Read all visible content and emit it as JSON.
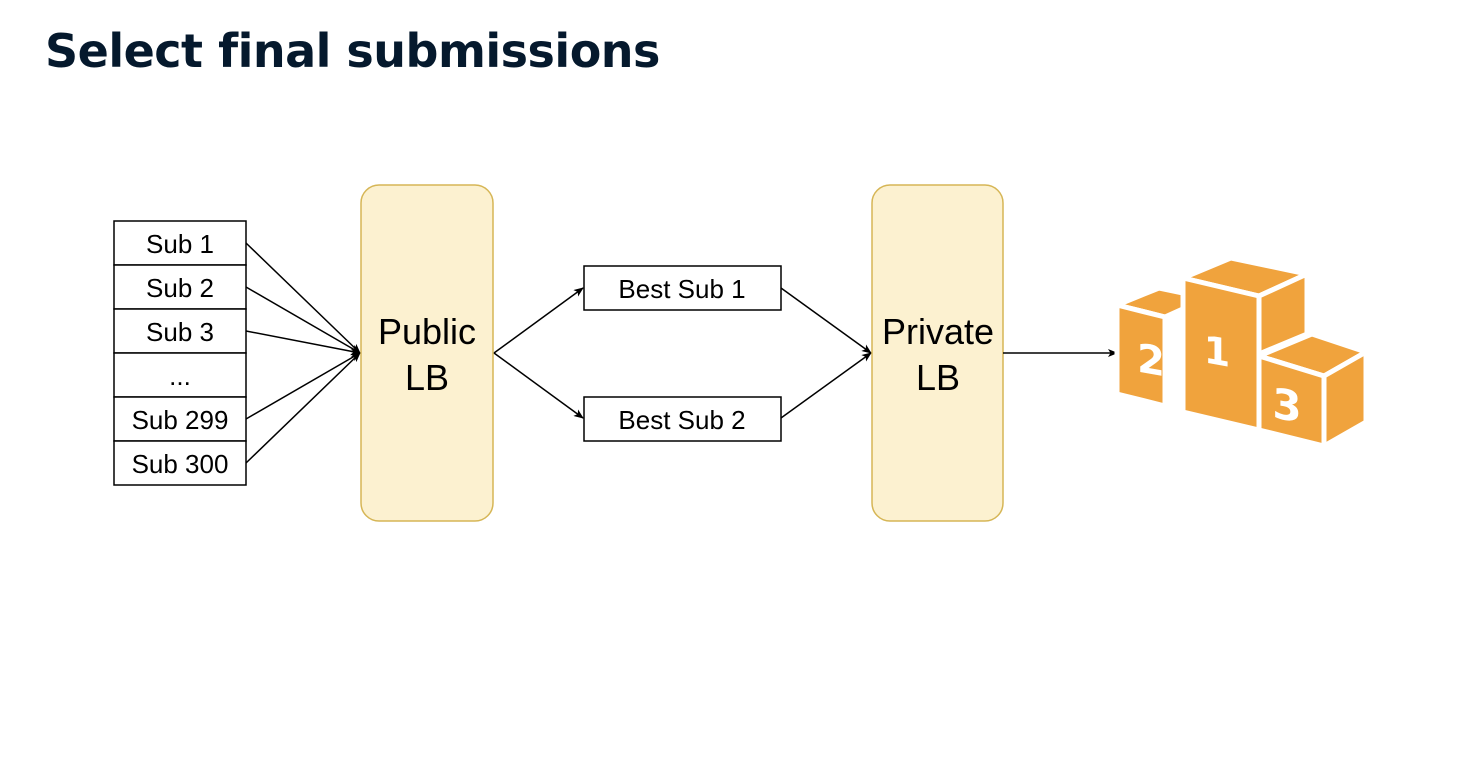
{
  "title": "Select final submissions",
  "submissions": [
    "Sub 1",
    "Sub 2",
    "Sub 3",
    "...",
    "Sub 299",
    "Sub 300"
  ],
  "public_lb": {
    "line1": "Public",
    "line2": "LB"
  },
  "best_subs": [
    "Best Sub 1",
    "Best Sub 2"
  ],
  "private_lb": {
    "line1": "Private",
    "line2": "LB"
  },
  "podium": {
    "icon": "podium-icon",
    "places": [
      "2",
      "1",
      "3"
    ],
    "color": "#f0a33d"
  },
  "colors": {
    "lb_fill": "#fcf1d0",
    "lb_stroke": "#d6b656",
    "text": "#05192d"
  }
}
